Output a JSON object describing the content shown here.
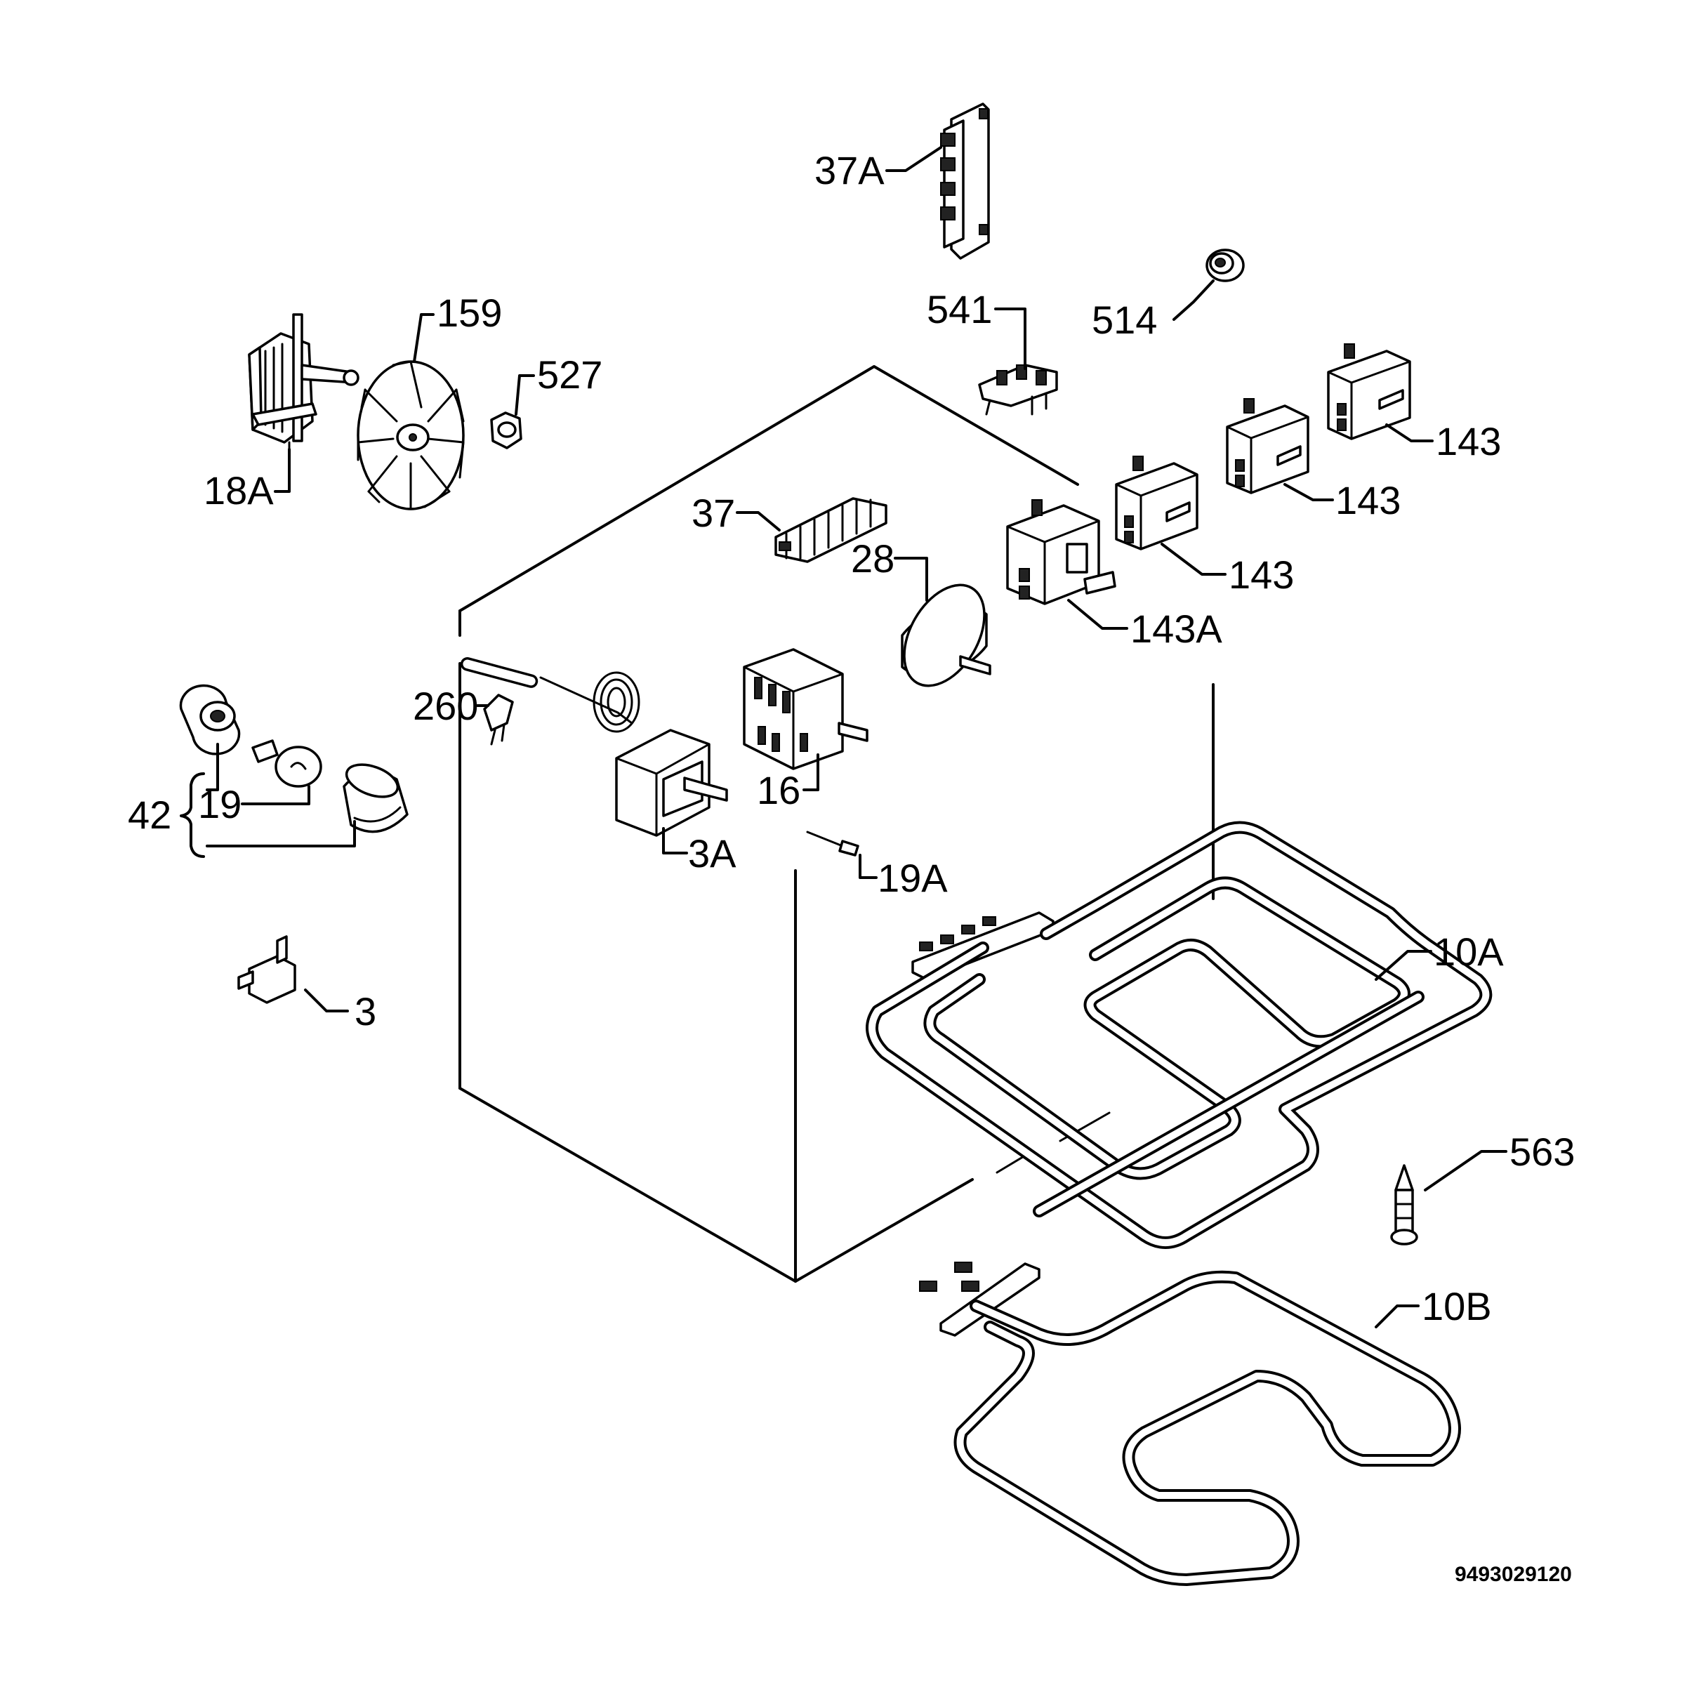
{
  "parts": {
    "p37a": "37A",
    "p159": "159",
    "p527": "527",
    "p18a": "18A",
    "p541": "541",
    "p514": "514",
    "p143_1": "143",
    "p143_2": "143",
    "p143_3": "143",
    "p143a": "143A",
    "p37": "37",
    "p28": "28",
    "p260": "260",
    "p16": "16",
    "p42": "42",
    "p19": "19",
    "p3a": "3A",
    "p19a": "19A",
    "p10a": "10A",
    "p3": "3",
    "p563": "563",
    "p10b": "10B"
  },
  "doc_number": "9493029120"
}
